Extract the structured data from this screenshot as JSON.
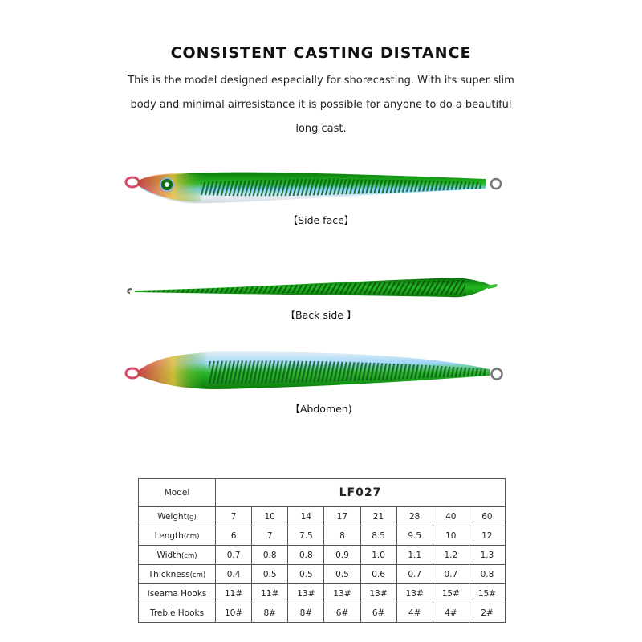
{
  "heading": "CONSISTENT CASTING DISTANCE",
  "description": [
    "This is the model designed especially for shorecasting. With its super slim",
    "body and minimal airresistance it is possible for anyone to do a beautiful",
    "long cast."
  ],
  "lures": [
    {
      "caption": "【Side face】"
    },
    {
      "caption": "【Back side 】"
    },
    {
      "caption": "【Abdomen)"
    }
  ],
  "colors": {
    "body_green": "#1aa61a",
    "dark_green": "#0b6e0b",
    "holo_blue": "#7fd4ff",
    "silver": "#e8eef2",
    "head_red": "#e0304a",
    "head_gold": "#e8c040"
  },
  "table": {
    "model_label": "Model",
    "model_value": "LF027",
    "rows": [
      {
        "label": "Weight",
        "unit": "(g)",
        "values": [
          "7",
          "10",
          "14",
          "17",
          "21",
          "28",
          "40",
          "60"
        ]
      },
      {
        "label": "Length",
        "unit": "(cm)",
        "values": [
          "6",
          "7",
          "7.5",
          "8",
          "8.5",
          "9.5",
          "10",
          "12"
        ]
      },
      {
        "label": "Width",
        "unit": "(cm)",
        "values": [
          "0.7",
          "0.8",
          "0.8",
          "0.9",
          "1.0",
          "1.1",
          "1.2",
          "1.3"
        ]
      },
      {
        "label": "Thickness",
        "unit": "(cm)",
        "values": [
          "0.4",
          "0.5",
          "0.5",
          "0.5",
          "0.6",
          "0.7",
          "0.7",
          "0.8"
        ]
      },
      {
        "label": "Iseama Hooks",
        "unit": "",
        "values": [
          "11#",
          "11#",
          "13#",
          "13#",
          "13#",
          "13#",
          "15#",
          "15#"
        ]
      },
      {
        "label": "Treble Hooks",
        "unit": "",
        "values": [
          "10#",
          "8#",
          "8#",
          "6#",
          "6#",
          "4#",
          "4#",
          "2#"
        ]
      }
    ]
  }
}
